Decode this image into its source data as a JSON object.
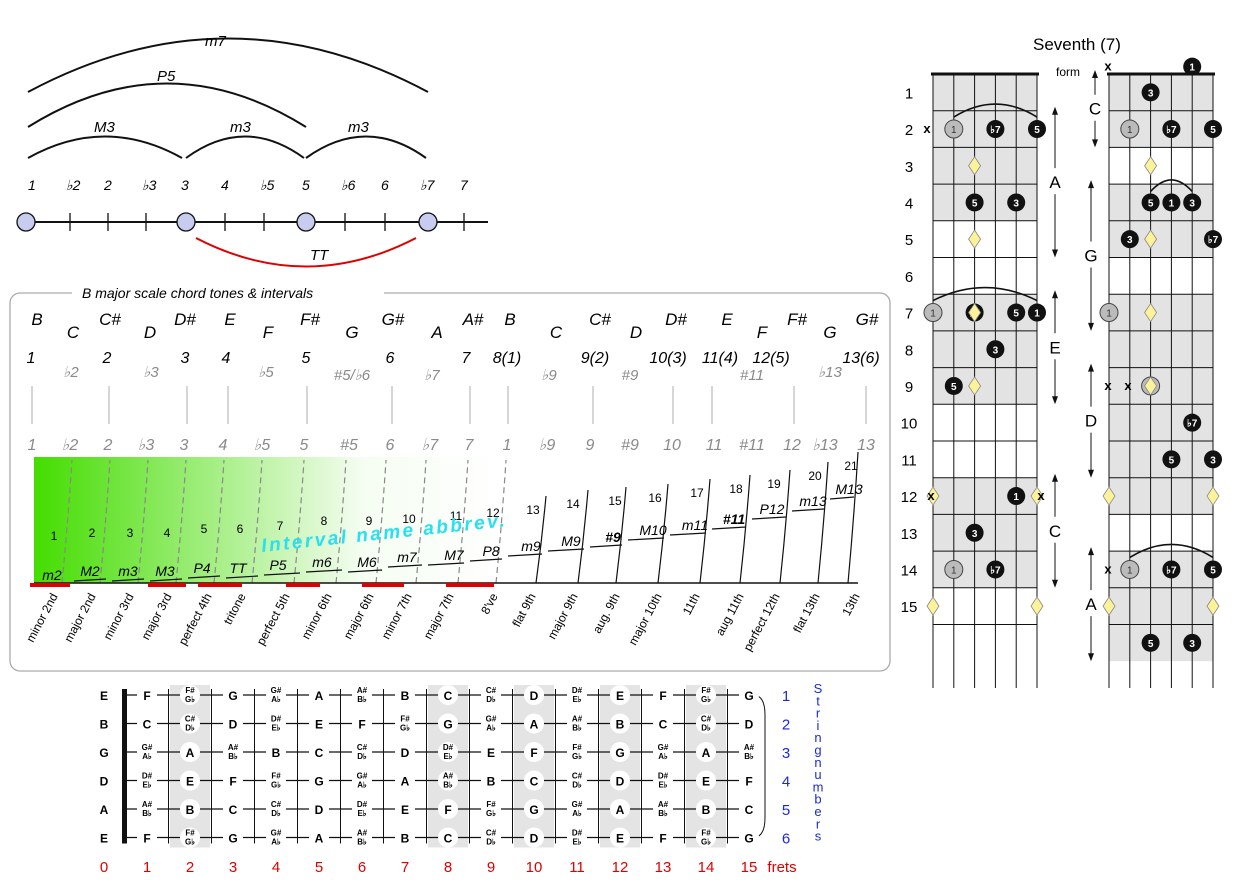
{
  "top_intervals": {
    "arcs": {
      "m7": "m7",
      "p5": "P5",
      "m3a": "M3",
      "m3b": "m3",
      "m3c": "m3",
      "tt": "TT"
    },
    "degrees": [
      "1",
      "♭2",
      "2",
      "♭3",
      "3",
      "4",
      "♭5",
      "5",
      "♭6",
      "6",
      "♭7",
      "7"
    ]
  },
  "scale_panel": {
    "title": "B major scale chord tones & intervals",
    "notes": [
      "B",
      "C",
      "C#",
      "D",
      "D#",
      "E",
      "F",
      "F#",
      "G",
      "G#",
      "A",
      "A#",
      "B",
      "C",
      "C#",
      "D",
      "D#",
      "E",
      "F",
      "F#",
      "G",
      "G#"
    ],
    "degrees_black": [
      "1",
      "2",
      "3",
      "4",
      "5",
      "6",
      "7",
      "8(1)",
      "9(2)",
      "10(3)",
      "11(4)",
      "12(5)",
      "13(6)"
    ],
    "degrees_gray_upper": [
      "♭2",
      "♭3",
      "♭5",
      "#5/♭6",
      "♭7",
      "♭9",
      "#9",
      "#11",
      "♭13"
    ],
    "degrees_gray_lower": [
      "1",
      "♭2",
      "2",
      "♭3",
      "3",
      "4",
      "♭5",
      "5",
      "#5",
      "6",
      "♭7",
      "7",
      "1",
      "♭9",
      "9",
      "#9",
      "10",
      "11",
      "#11",
      "12",
      "♭13",
      "13"
    ],
    "semitones": [
      "1",
      "2",
      "3",
      "4",
      "5",
      "6",
      "7",
      "8",
      "9",
      "10",
      "11",
      "12",
      "13",
      "14",
      "15",
      "16",
      "17",
      "18",
      "19",
      "20",
      "21"
    ],
    "abbrevs": [
      "m2",
      "M2",
      "m3",
      "M3",
      "P4",
      "TT",
      "P5",
      "m6",
      "M6",
      "m7",
      "M7",
      "P8",
      "m9",
      "M9",
      "#9",
      "M10",
      "m11",
      "#11",
      "P12",
      "m13",
      "M13"
    ],
    "overlay_label": "Interval name abbrev.",
    "names": [
      "minor 2nd",
      "major 2nd",
      "minor 3rd",
      "major 3rd",
      "perfect 4th",
      "tritone",
      "perfect 5th",
      "minor 6th",
      "major 6th",
      "minor 7th",
      "major 7th",
      "8've",
      "flat 9th",
      "major 9th",
      "aug. 9th",
      "major 10th",
      "11th",
      "aug 11th",
      "perfect 12th",
      "flat 13th",
      "13th"
    ]
  },
  "fretboard": {
    "open_strings": [
      "E",
      "B",
      "G",
      "D",
      "A",
      "E"
    ],
    "string_rows": [
      [
        "F",
        "F#/G♭",
        "G",
        "G#/A♭",
        "A",
        "A#/B♭",
        "B",
        "C",
        "C#/D♭",
        "D",
        "D#/E♭",
        "E",
        "F",
        "F#/G♭",
        "G"
      ],
      [
        "C",
        "C#/D♭",
        "D",
        "D#/E♭",
        "E",
        "F",
        "F#/G♭",
        "G",
        "G#/A♭",
        "A",
        "A#/B♭",
        "B",
        "C",
        "C#/D♭",
        "D"
      ],
      [
        "G#/A♭",
        "A",
        "A#/B♭",
        "B",
        "C",
        "C#/D♭",
        "D",
        "D#/E♭",
        "E",
        "F",
        "F#/G♭",
        "G",
        "G#/A♭",
        "A",
        "A#/B♭"
      ],
      [
        "D#/E♭",
        "E",
        "F",
        "F#/G♭",
        "G",
        "G#/A♭",
        "A",
        "A#/B♭",
        "B",
        "C",
        "C#/D♭",
        "D",
        "D#/E♭",
        "E",
        "F"
      ],
      [
        "A#/B♭",
        "B",
        "C",
        "C#/D♭",
        "D",
        "D#/E♭",
        "E",
        "F",
        "F#/G♭",
        "G",
        "G#/A♭",
        "A",
        "A#/B♭",
        "B",
        "C"
      ],
      [
        "F",
        "F#/G♭",
        "G",
        "G#/A♭",
        "A",
        "A#/B♭",
        "B",
        "C",
        "C#/D♭",
        "D",
        "D#/E♭",
        "E",
        "F",
        "F#/G♭",
        "G"
      ]
    ],
    "string_numbers": [
      "1",
      "2",
      "3",
      "4",
      "5",
      "6"
    ],
    "string_numbers_label": "String numbers",
    "frets": [
      "0",
      "1",
      "2",
      "3",
      "4",
      "5",
      "6",
      "7",
      "8",
      "9",
      "10",
      "11",
      "12",
      "13",
      "14",
      "15"
    ],
    "frets_label": "frets"
  },
  "seventh": {
    "title": "Seventh (7)",
    "form_label": "form",
    "fret_numbers": [
      "1",
      "2",
      "3",
      "4",
      "5",
      "6",
      "7",
      "8",
      "9",
      "10",
      "11",
      "12",
      "13",
      "14",
      "15"
    ],
    "forms_left": [
      "A",
      "E",
      "C"
    ],
    "forms_right": [
      "C",
      "G",
      "D",
      "A"
    ],
    "dot_labels": {
      "root": "1",
      "third": "3",
      "fifth": "5",
      "seventh": "♭7",
      "x": "x"
    }
  },
  "colors": {
    "green": "#44dd00",
    "red": "#e00000",
    "blue": "#1a2bd6",
    "cyan": "#27e0f0",
    "node": "#c8cdf0",
    "diamond": "#fbf29a",
    "shade": "#e3e3e3"
  }
}
